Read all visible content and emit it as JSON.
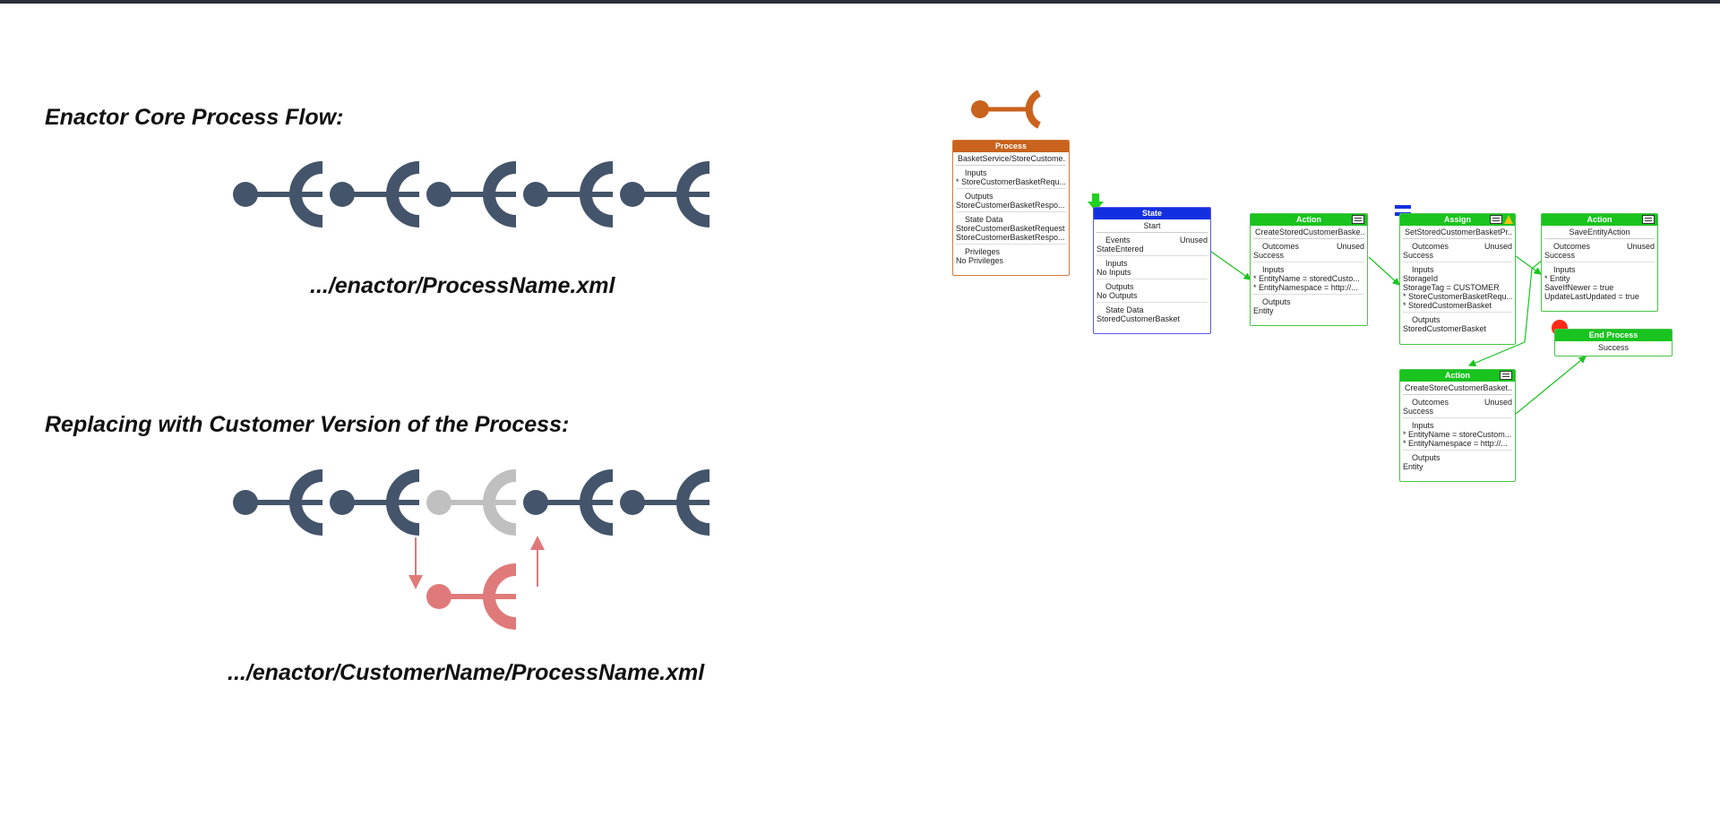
{
  "headings": {
    "core": "Enactor Core Process Flow:",
    "replace": "Replacing with Customer Version of the Process:"
  },
  "paths": {
    "core": ".../enactor/ProcessName.xml",
    "customer": ".../enactor/CustomerName/ProcessName.xml"
  },
  "colors": {
    "flow": "#44546a",
    "grey": "#c0c0c0",
    "custom": "#e07a7a",
    "process": "#c9621c",
    "state": "#1230e0",
    "action": "#19c41f",
    "end": "#ff2a1a"
  },
  "diagram": {
    "process": {
      "header": "Process",
      "name": "BasketService/StoreCustome...",
      "inputs_title": "Inputs",
      "inputs": [
        "* StoreCustomerBasketRequ..."
      ],
      "outputs_title": "Outputs",
      "outputs": [
        "StoreCustomerBasketRespo..."
      ],
      "state_data_title": "State Data",
      "state_data": [
        "StoreCustomerBasketRequest",
        "StoreCustomerBasketRespo..."
      ],
      "privileges_title": "Privileges",
      "privileges": [
        "No Privileges"
      ]
    },
    "state": {
      "header": "State",
      "name": "Start",
      "events_title": "Events",
      "unused": "Unused",
      "events": [
        "StateEntered"
      ],
      "inputs_title": "Inputs",
      "inputs": [
        "No Inputs"
      ],
      "outputs_title": "Outputs",
      "outputs": [
        "No Outputs"
      ],
      "state_data_title": "State Data",
      "state_data": [
        "StoredCustomerBasket"
      ]
    },
    "action1": {
      "header": "Action",
      "name": "CreateStoredCustomerBaske...",
      "outcomes_title": "Outcomes",
      "unused": "Unused",
      "outcomes": [
        "Success"
      ],
      "inputs_title": "Inputs",
      "inputs": [
        "* EntityName = storedCusto...",
        "* EntityNamespace = http://..."
      ],
      "outputs_title": "Outputs",
      "outputs": [
        "Entity"
      ]
    },
    "assign": {
      "header": "Assign",
      "name": "SetStoredCustomerBasketPr...",
      "outcomes_title": "Outcomes",
      "unused": "Unused",
      "outcomes": [
        "Success"
      ],
      "inputs_title": "Inputs",
      "inputs": [
        "StorageId",
        "StorageTag = CUSTOMER",
        "* StoreCustomerBasketRequ...",
        "* StoredCustomerBasket"
      ],
      "outputs_title": "Outputs",
      "outputs": [
        "StoredCustomerBasket"
      ]
    },
    "action2": {
      "header": "Action",
      "name": "SaveEntityAction",
      "outcomes_title": "Outcomes",
      "unused": "Unused",
      "outcomes": [
        "Success"
      ],
      "inputs_title": "Inputs",
      "inputs": [
        "* Entity",
        "SaveIfNewer = true",
        "UpdateLastUpdated = true"
      ]
    },
    "end": {
      "header": "End Process",
      "name": "Success"
    },
    "action3": {
      "header": "Action",
      "name": "CreateStoreCustomerBasket...",
      "outcomes_title": "Outcomes",
      "unused": "Unused",
      "outcomes": [
        "Success"
      ],
      "inputs_title": "Inputs",
      "inputs": [
        "* EntityName = storeCustom...",
        "* EntityNamespace = http://..."
      ],
      "outputs_title": "Outputs",
      "outputs": [
        "Entity"
      ]
    }
  }
}
